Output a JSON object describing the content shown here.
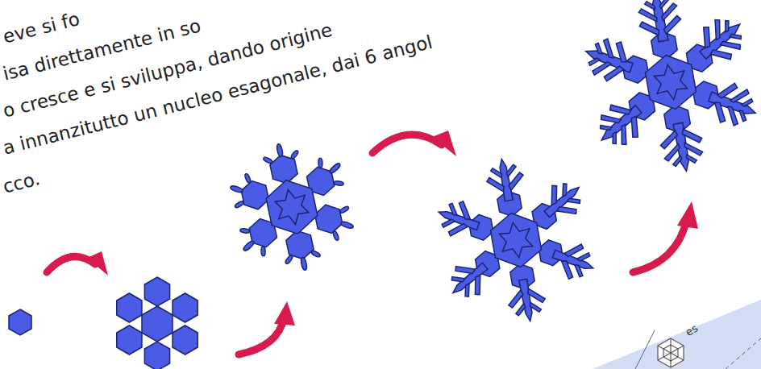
{
  "diagram": {
    "labels": [
      "eve si fo",
      "isa direttamente in so",
      "o cresce e si sviluppa, dando origine",
      "a innanzitutto un nucleo esagonale, dai 6 angol",
      "cco.",
      "es"
    ]
  }
}
